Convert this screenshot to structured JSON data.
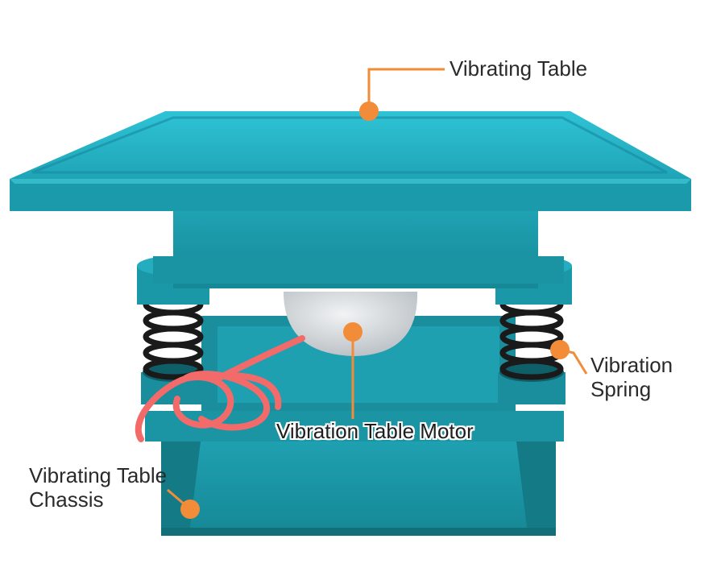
{
  "colors": {
    "machine_teal": "#1d9aa9",
    "machine_teal_light": "#27b8cc",
    "machine_teal_dark": "#157b87",
    "callout_orange": "#f28c38",
    "spring_black": "#1a1a1a",
    "motor_gray": "#d9dcdf",
    "cable_pink": "#f26a6a"
  },
  "callouts": {
    "vibrating_table": "Vibrating Table",
    "vibration_spring": "Vibration\nSpring",
    "vibration_table_motor": "Vibration Table Motor",
    "vibrating_table_chassis": "Vibrating Table\nChassis"
  }
}
